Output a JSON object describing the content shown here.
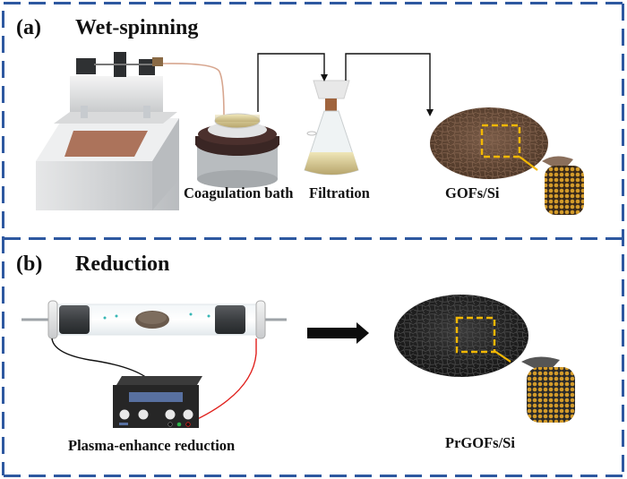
{
  "figure": {
    "border_color": "#2e58a0",
    "panels": [
      {
        "id": "a",
        "letter": "(a)",
        "title": "Wet-spinning",
        "captions": {
          "coagulation": "Coagulation bath",
          "filtration": "Filtration",
          "product": "GOFs/Si"
        },
        "items": [
          "syringe-pump",
          "coagulation-bath",
          "filtration-flask",
          "GOFs/Si mat",
          "Si-loaded fiber zoom"
        ]
      },
      {
        "id": "b",
        "letter": "(b)",
        "title": "Reduction",
        "captions": {
          "process": "Plasma-enhance reduction",
          "product": "PrGOFs/Si"
        },
        "items": [
          "plasma tube",
          "power supply",
          "process arrow",
          "PrGOFs/Si mat",
          "Si-loaded fiber zoom"
        ]
      }
    ],
    "colors": {
      "highlight": "#f2b705",
      "go_fiber": "#6b4e3d",
      "rgo_fiber": "#2a2a2a",
      "si_particle": "#d39b2a",
      "wire_red": "#e0201c",
      "wire_black": "#111111"
    }
  }
}
